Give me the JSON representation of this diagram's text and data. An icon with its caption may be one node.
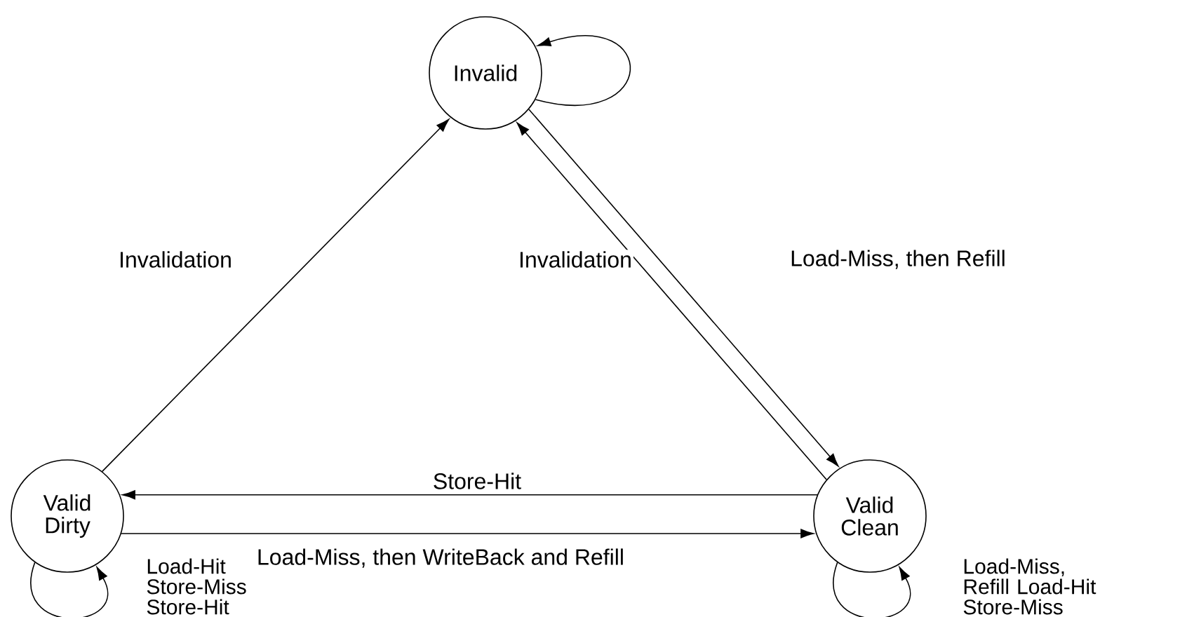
{
  "diagram": {
    "nodes": [
      {
        "text": [
          "Invalid"
        ]
      },
      {
        "text": [
          "Valid Dirty"
        ]
      },
      {
        "text": [
          "Valid Clean"
        ]
      }
    ],
    "edges": [
      {
        "from": 0,
        "to": 0,
        "arrow": "to"
      },
      {
        "from": 1,
        "to": 0,
        "arrow": "to",
        "label": "Invalidation"
      },
      {
        "from": 2,
        "to": 0,
        "arrow": "to",
        "label": "Invalidation"
      },
      {
        "from": 0,
        "to": 2,
        "arrow": "to",
        "label": "Load-Miss, then Refill"
      },
      {
        "from": 2,
        "to": 1,
        "arrow": "to",
        "label": "Store-Hit"
      },
      {
        "from": 1,
        "to": 2,
        "arrow": "to",
        "label": "Load-Miss, then WriteBack and Refill"
      },
      {
        "from": 1,
        "to": 1,
        "arrow": "to",
        "label": "Load-Hit Store-Miss Store-Hit"
      },
      {
        "from": 2,
        "to": 2,
        "arrow": "to",
        "label": "Load-Miss, Refill Load-Hit Store-Miss"
      }
    ]
  }
}
